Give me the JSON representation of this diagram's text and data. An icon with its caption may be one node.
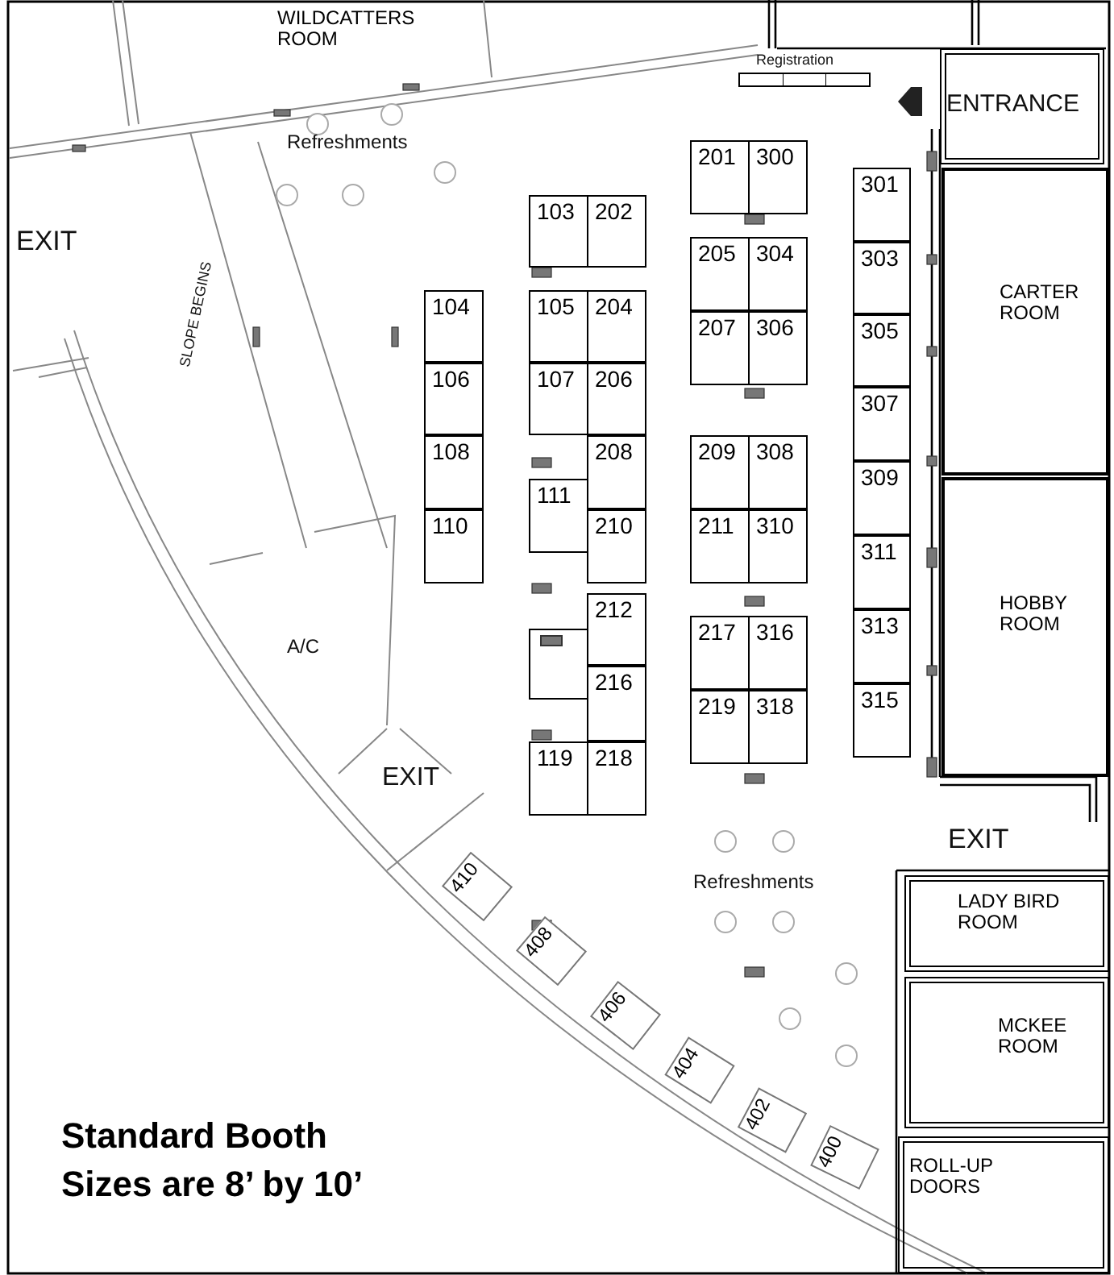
{
  "diagram": {
    "nodes": [
      {
        "text": [
          "WILDCATTERS ROOM"
        ]
      },
      {
        "text": [
          "Registration"
        ]
      },
      {
        "text": [
          "ENTRANCE"
        ]
      },
      {
        "text": [
          "201"
        ]
      },
      {
        "text": [
          "300"
        ]
      },
      {
        "text": [
          "301"
        ]
      },
      {
        "text": [
          "103"
        ]
      },
      {
        "text": [
          "202"
        ]
      },
      {
        "text": [
          "205"
        ]
      },
      {
        "text": [
          "304"
        ]
      },
      {
        "text": [
          "303"
        ]
      },
      {
        "text": [
          "CARTER ROOM"
        ]
      },
      {
        "text": [
          "104"
        ]
      },
      {
        "text": [
          "105"
        ]
      },
      {
        "text": [
          "204"
        ]
      },
      {
        "text": [
          "207"
        ]
      },
      {
        "text": [
          "306"
        ]
      },
      {
        "text": [
          "305"
        ]
      },
      {
        "text": [
          "106"
        ]
      },
      {
        "text": [
          "107"
        ]
      },
      {
        "text": [
          "206"
        ]
      },
      {
        "text": [
          "307"
        ]
      },
      {
        "text": [
          "108"
        ]
      },
      {
        "text": [
          "208"
        ]
      },
      {
        "text": [
          "209"
        ]
      },
      {
        "text": [
          "308"
        ]
      },
      {
        "text": [
          "309"
        ]
      },
      {
        "text": [
          "111"
        ]
      },
      {
        "text": [
          "110"
        ]
      },
      {
        "text": [
          "210"
        ]
      },
      {
        "text": [
          "211"
        ]
      },
      {
        "text": [
          "310"
        ]
      },
      {
        "text": [
          "311"
        ]
      },
      {
        "text": [
          "HOBBY ROOM"
        ]
      },
      {
        "text": [
          "212"
        ]
      },
      {
        "text": [
          "217"
        ]
      },
      {
        "text": [
          "316"
        ]
      },
      {
        "text": [
          "313"
        ]
      },
      {
        "text": [],
        "shape": "box"
      },
      {
        "text": [
          "216"
        ]
      },
      {
        "text": [
          "219"
        ]
      },
      {
        "text": [
          "318"
        ]
      },
      {
        "text": [
          "315"
        ]
      },
      {
        "text": [
          "119"
        ]
      },
      {
        "text": [
          "218"
        ]
      },
      {
        "text": [
          "LADY BIRD ROOM"
        ]
      },
      {
        "text": [
          "410"
        ]
      },
      {
        "text": [
          "408"
        ]
      },
      {
        "text": [
          "406"
        ]
      },
      {
        "text": [
          "MCKEE ROOM"
        ]
      },
      {
        "text": [
          "404"
        ]
      },
      {
        "text": [
          "402"
        ]
      },
      {
        "text": [
          "400"
        ]
      },
      {
        "text": [
          "ROLL-UP DOORS"
        ]
      }
    ],
    "labels": [
      "Refreshments",
      "EXIT",
      "SLOPE BEGINS",
      "A/C",
      "EXIT",
      "EXIT",
      "Refreshments",
      "Standard Booth Sizes are 8’ by 10’"
    ]
  }
}
